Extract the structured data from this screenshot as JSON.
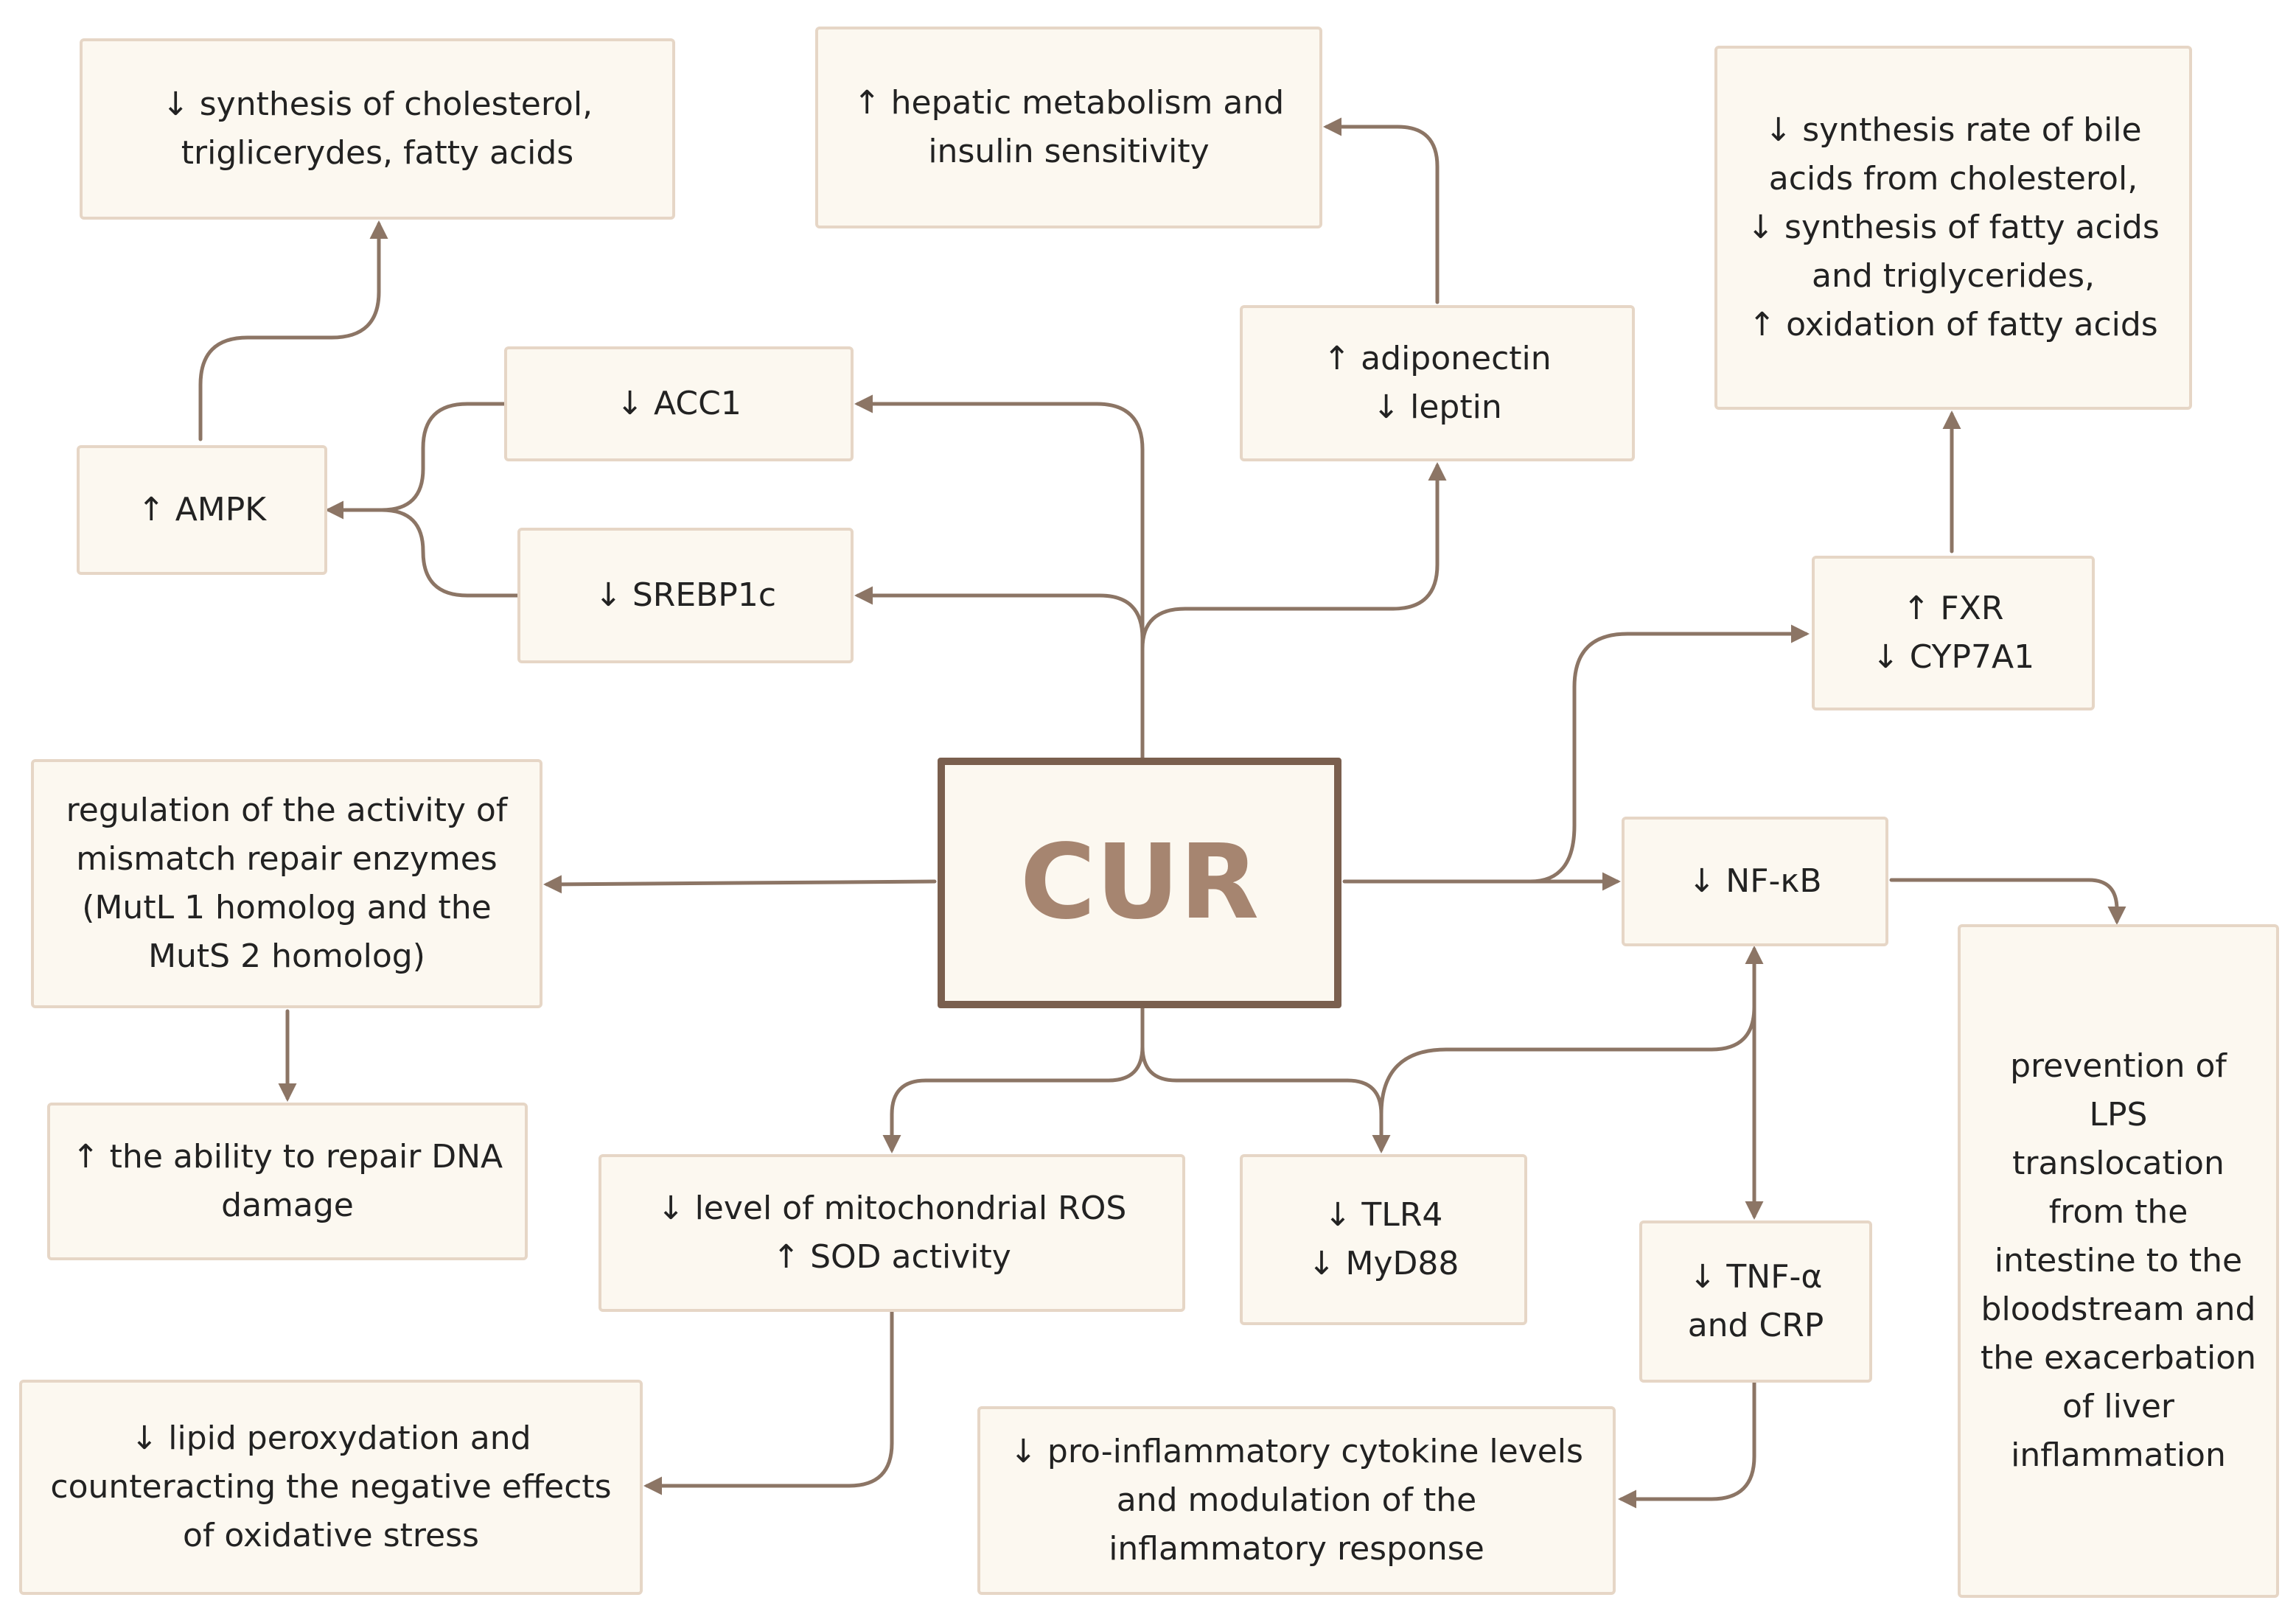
{
  "colors": {
    "box_fill": "#fcf8f0",
    "box_border": "#e6d6c6",
    "center_border": "#7a5f4e",
    "center_text": "#a68570",
    "connector": "#8c7565",
    "text": "#222222"
  },
  "nodes": {
    "cur": "CUR",
    "chol": "↓ synthesis of cholesterol,\ntriglicerydes, fatty acids",
    "hepatic": "↑ hepatic metabolism and\ninsulin sensitivity",
    "bile": "↓ synthesis rate of bile\nacids from cholesterol,\n↓ synthesis of fatty acids\nand triglycerides,\n↑ oxidation of fatty acids",
    "acc1": "↓ ACC1",
    "adipo": "↑ adiponectin\n↓ leptin",
    "ampk": "↑ AMPK",
    "srebp": "↓ SREBP1c",
    "fxr": "↑ FXR\n↓ CYP7A1",
    "mismatch": "regulation of the activity of\nmismatch repair enzymes\n(MutL 1 homolog and the\nMutS 2 homolog)",
    "nfkb": "↓ NF-κB",
    "lps": "prevention of\nLPS\ntranslocation\nfrom the\nintestine to the\nbloodstream and\nthe exacerbation\nof liver\ninflammation",
    "dna": "↑ the ability to repair DNA\ndamage",
    "ros": "↓ level of mitochondrial ROS\n↑ SOD activity",
    "tlr4": "↓ TLR4\n↓ MyD88",
    "tnf": "↓ TNF-α\nand CRP",
    "lipid": "↓ lipid peroxydation and\ncounteracting the negative effects\nof oxidative stress",
    "cyto": "↓ pro-inflammatory cytokine levels\nand modulation of the\ninflammatory response"
  }
}
